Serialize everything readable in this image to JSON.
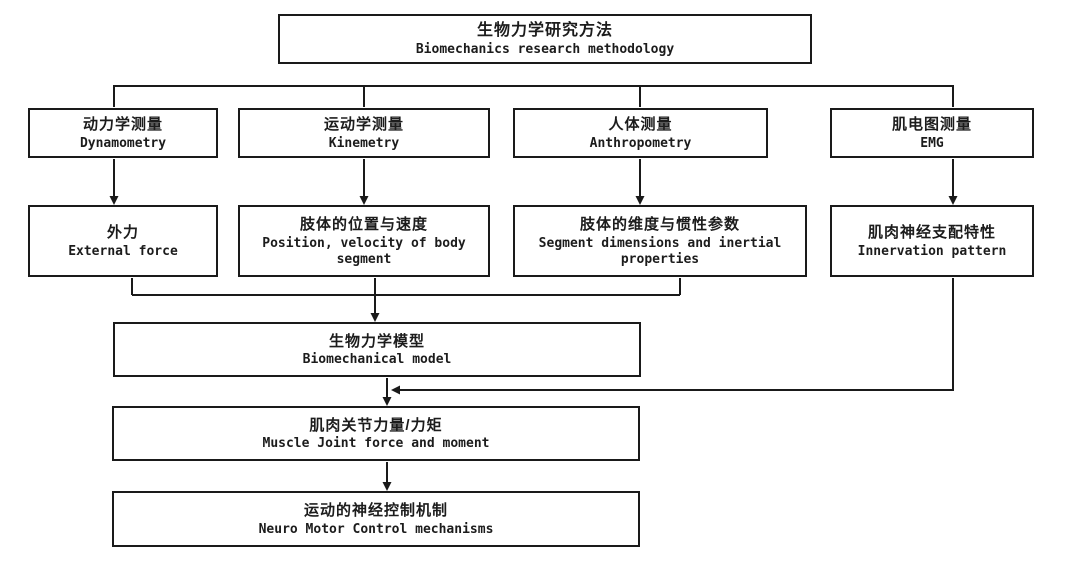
{
  "diagram_type": "flowchart",
  "colors": {
    "background": "#ffffff",
    "box_border": "#1a1a1a",
    "line": "#1a1a1a",
    "text": "#1c1c1c"
  },
  "nodes": {
    "root": {
      "zh": "生物力学研究方法",
      "en": "Biomechanics research methodology"
    },
    "dynamometry": {
      "zh": "动力学测量",
      "en": "Dynamometry"
    },
    "kinemetry": {
      "zh": "运动学测量",
      "en": "Kinemetry"
    },
    "anthropometry": {
      "zh": "人体测量",
      "en": "Anthropometry"
    },
    "emg": {
      "zh": "肌电图测量",
      "en": "EMG"
    },
    "external_force": {
      "zh": "外力",
      "en": "External force"
    },
    "position_velocity": {
      "zh": "肢体的位置与速度",
      "en": "Position, velocity of body segment"
    },
    "segment_inertia": {
      "zh": "肢体的维度与惯性参数",
      "en": "Segment dimensions and inertial properties"
    },
    "innervation": {
      "zh": "肌肉神经支配特性",
      "en": "Innervation pattern"
    },
    "model": {
      "zh": "生物力学模型",
      "en": "Biomechanical model"
    },
    "muscle_joint": {
      "zh": "肌肉关节力量/力矩",
      "en": "Muscle Joint force and moment"
    },
    "neuro_control": {
      "zh": "运动的神经控制机制",
      "en": "Neuro Motor Control mechanisms"
    }
  },
  "edges": [
    "distribution line below root spanning the four measurement columns",
    "dynamometry -> external_force (arrow)",
    "kinemetry -> position_velocity (arrow)",
    "anthropometry -> segment_inertia (arrow)",
    "emg -> innervation (arrow)",
    "external_force + position_velocity + segment_inertia -> model (arrow)",
    "innervation -> joins model-to-muscle_joint line (left arrow)",
    "model -> muscle_joint (arrow)",
    "muscle_joint -> neuro_control (arrow)"
  ]
}
